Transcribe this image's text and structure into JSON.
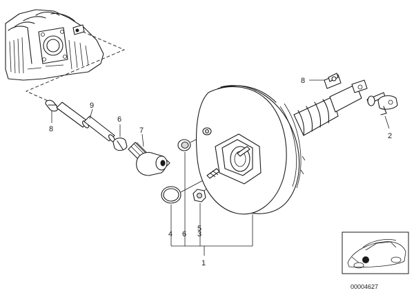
{
  "diagram": {
    "callouts": {
      "p1": "1",
      "p2": "2",
      "p3": "3",
      "p4": "4",
      "p5": "5",
      "p6a": "6",
      "p6b": "6",
      "p7": "7",
      "p8a": "8",
      "p8b": "8",
      "p9": "9"
    },
    "reference_number": "00004627"
  }
}
